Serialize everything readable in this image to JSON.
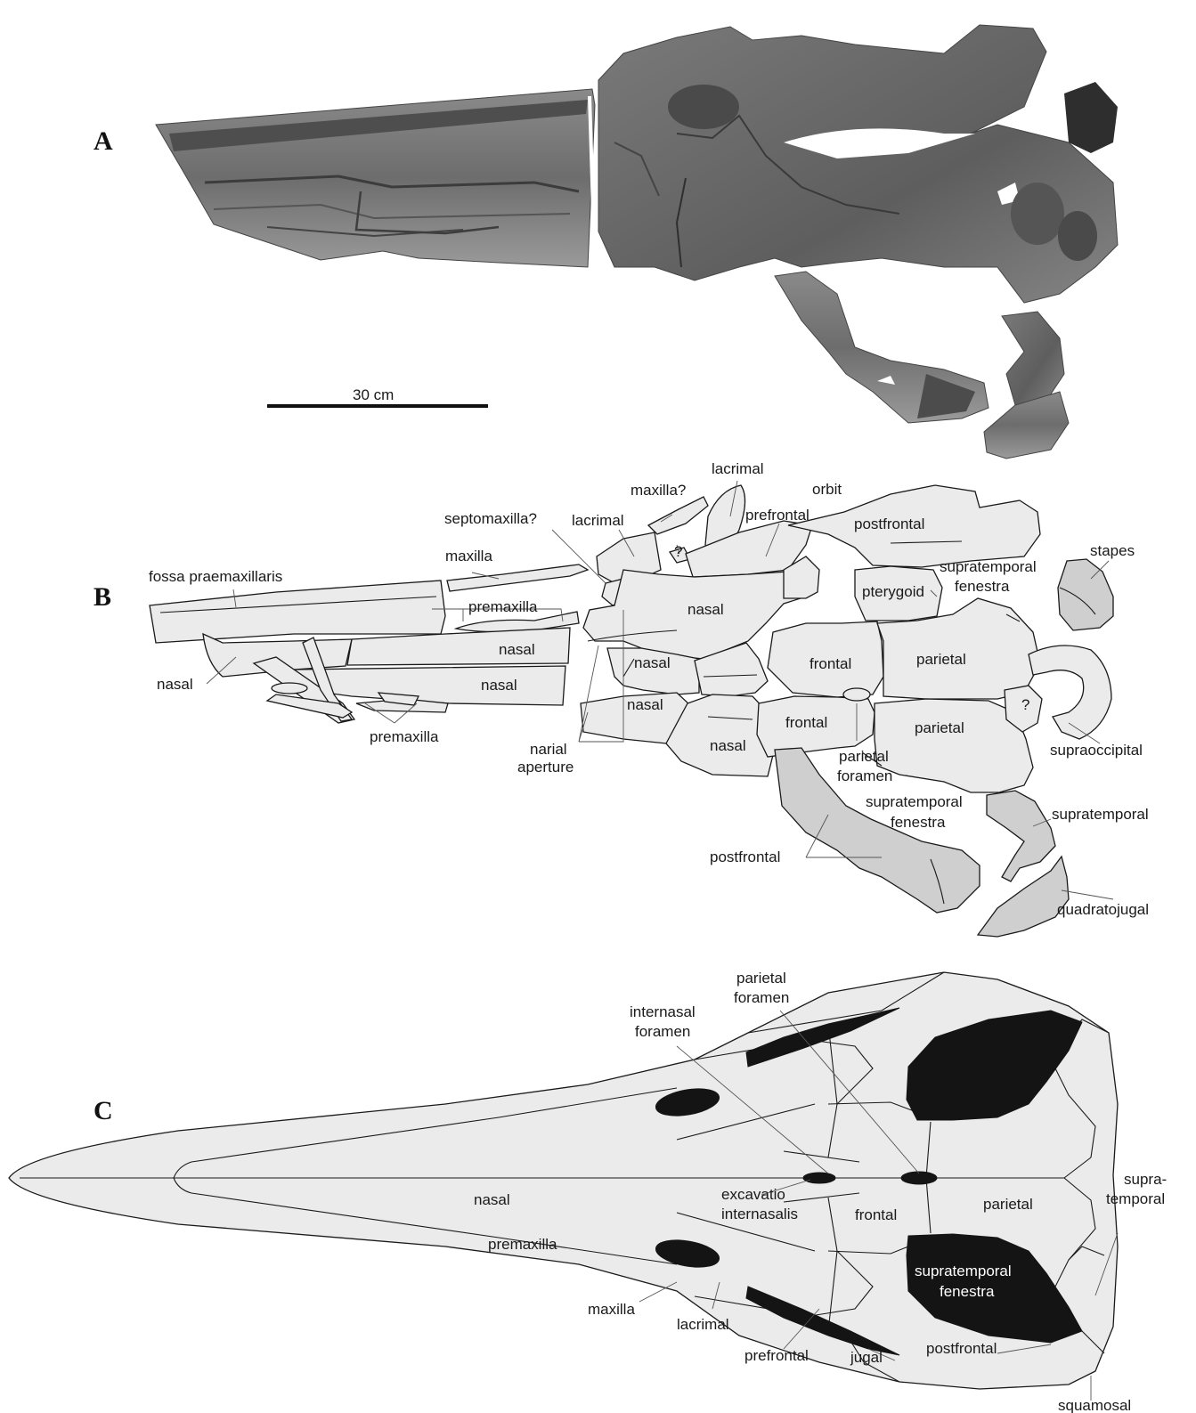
{
  "panels": {
    "a": "A",
    "b": "B",
    "c": "C"
  },
  "scale_bar": {
    "label": "30 cm"
  },
  "panel_b_labels": {
    "lacrimal_top": "lacrimal",
    "maxilla_q": "maxilla?",
    "orbit": "orbit",
    "septomaxilla_q": "septomaxilla?",
    "lacrimal": "lacrimal",
    "prefrontal": "prefrontal",
    "postfrontal_top": "postfrontal",
    "stapes": "stapes",
    "maxilla": "maxilla",
    "question_1": "?",
    "fossa": "fossa praemaxillaris",
    "supratemporal_fenestra_1a": "supratemporal",
    "supratemporal_fenestra_1b": "fenestra",
    "pterygoid": "pterygoid",
    "premaxilla_1": "premaxilla",
    "nasal_1": "nasal",
    "nasal_2": "nasal",
    "nasal_3": "nasal",
    "nasal_4": "nasal",
    "nasal_5": "nasal",
    "nasal_6": "nasal",
    "nasal_7": "nasal",
    "frontal_1": "frontal",
    "frontal_2": "frontal",
    "parietal_1": "parietal",
    "parietal_2": "parietal",
    "question_2": "?",
    "supraoccipital": "supraoccipital",
    "premaxilla_2": "premaxilla",
    "narial_a": "narial",
    "narial_b": "aperture",
    "parietal_foramen_a": "parietal",
    "parietal_foramen_b": "foramen",
    "supratemporal_fenestra_2a": "supratemporal",
    "supratemporal_fenestra_2b": "fenestra",
    "supratemporal": "supratemporal",
    "postfrontal_bottom": "postfrontal",
    "quadratojugal": "quadratojugal"
  },
  "panel_c_labels": {
    "parietal_foramen_a": "parietal",
    "parietal_foramen_b": "foramen",
    "internasal_foramen_a": "internasal",
    "internasal_foramen_b": "foramen",
    "nasal": "nasal",
    "excavatio_a": "excavatio",
    "excavatio_b": "internasalis",
    "frontal": "frontal",
    "parietal": "parietal",
    "supratemporal_a": "supra-",
    "supratemporal_b": "temporal",
    "premaxilla": "premaxilla",
    "supratemporal_fenestra_a": "supratemporal",
    "supratemporal_fenestra_b": "fenestra",
    "maxilla": "maxilla",
    "lacrimal": "lacrimal",
    "prefrontal": "prefrontal",
    "jugal": "jugal",
    "postfrontal": "postfrontal",
    "squamosal": "squamosal"
  },
  "colors": {
    "bone": "#ebebeb",
    "grey_bone": "#cfcfcf",
    "fenestra": "#141414",
    "photo_bg": "#ffffff"
  }
}
